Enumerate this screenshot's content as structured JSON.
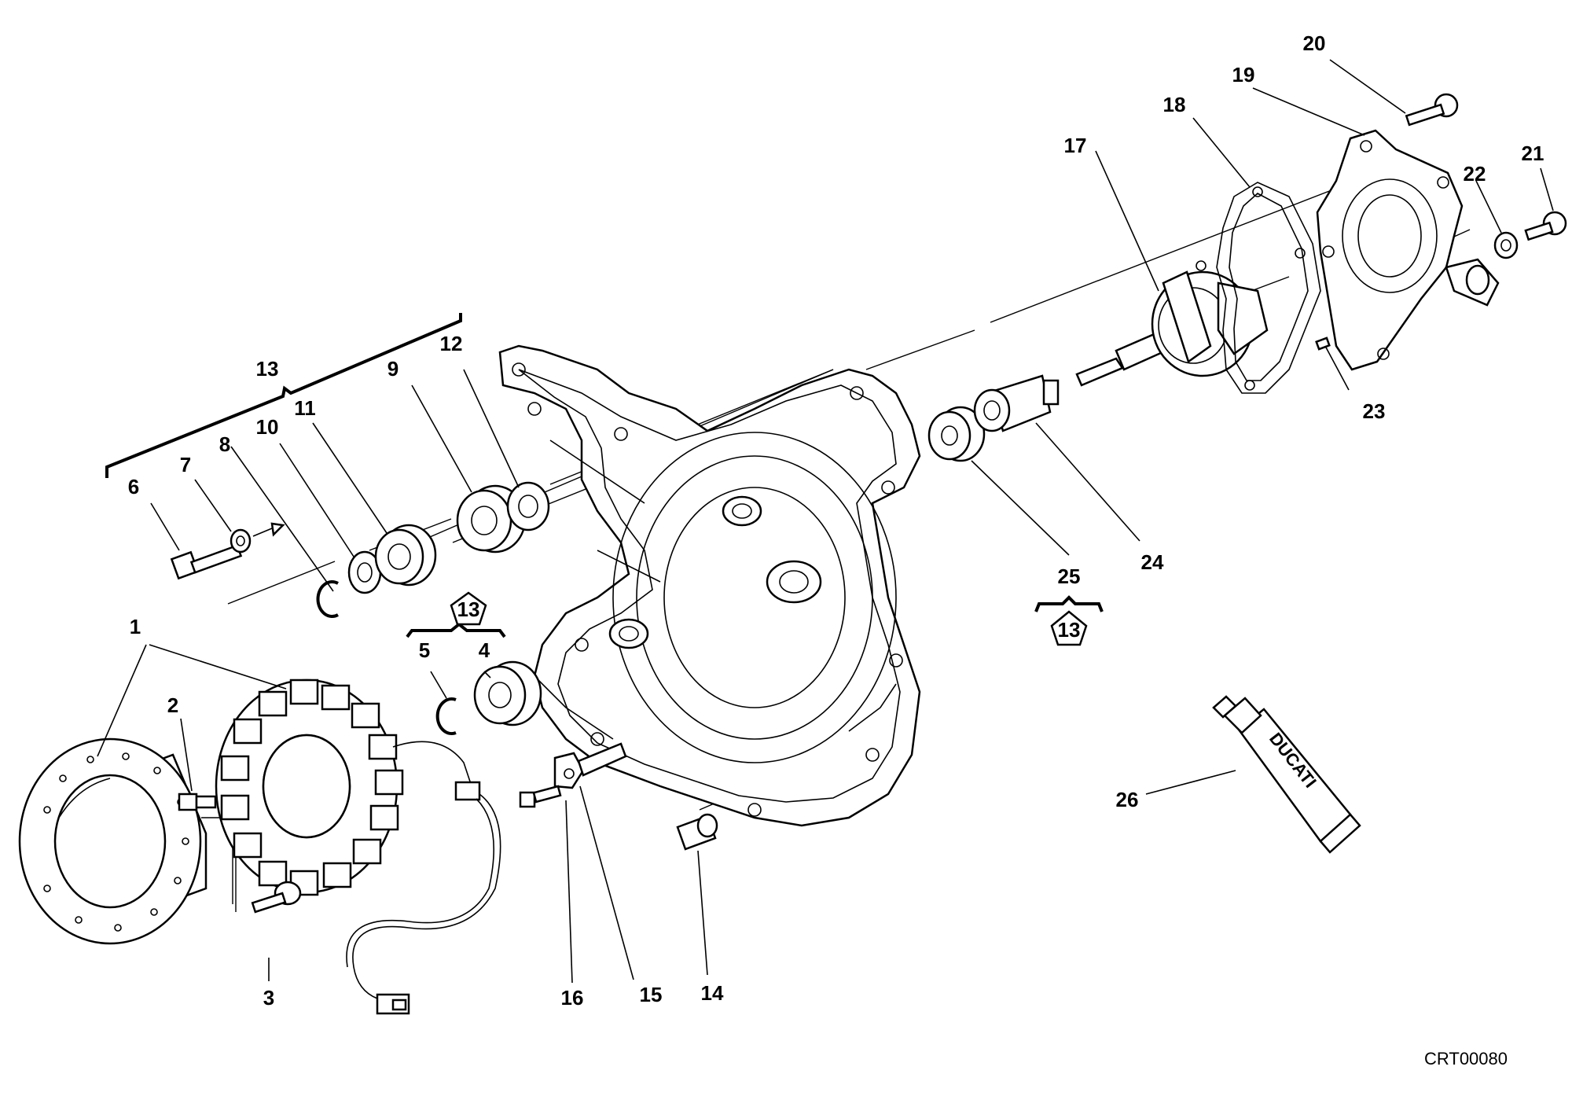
{
  "diagram": {
    "drawing_code": "CRT00080",
    "tube_brand": "DUCATI",
    "group_ref": "13",
    "part_labels": [
      "1",
      "2",
      "3",
      "4",
      "5",
      "6",
      "7",
      "8",
      "9",
      "10",
      "11",
      "12",
      "13",
      "14",
      "15",
      "16",
      "17",
      "18",
      "19",
      "20",
      "21",
      "22",
      "23",
      "24",
      "25",
      "26"
    ]
  }
}
